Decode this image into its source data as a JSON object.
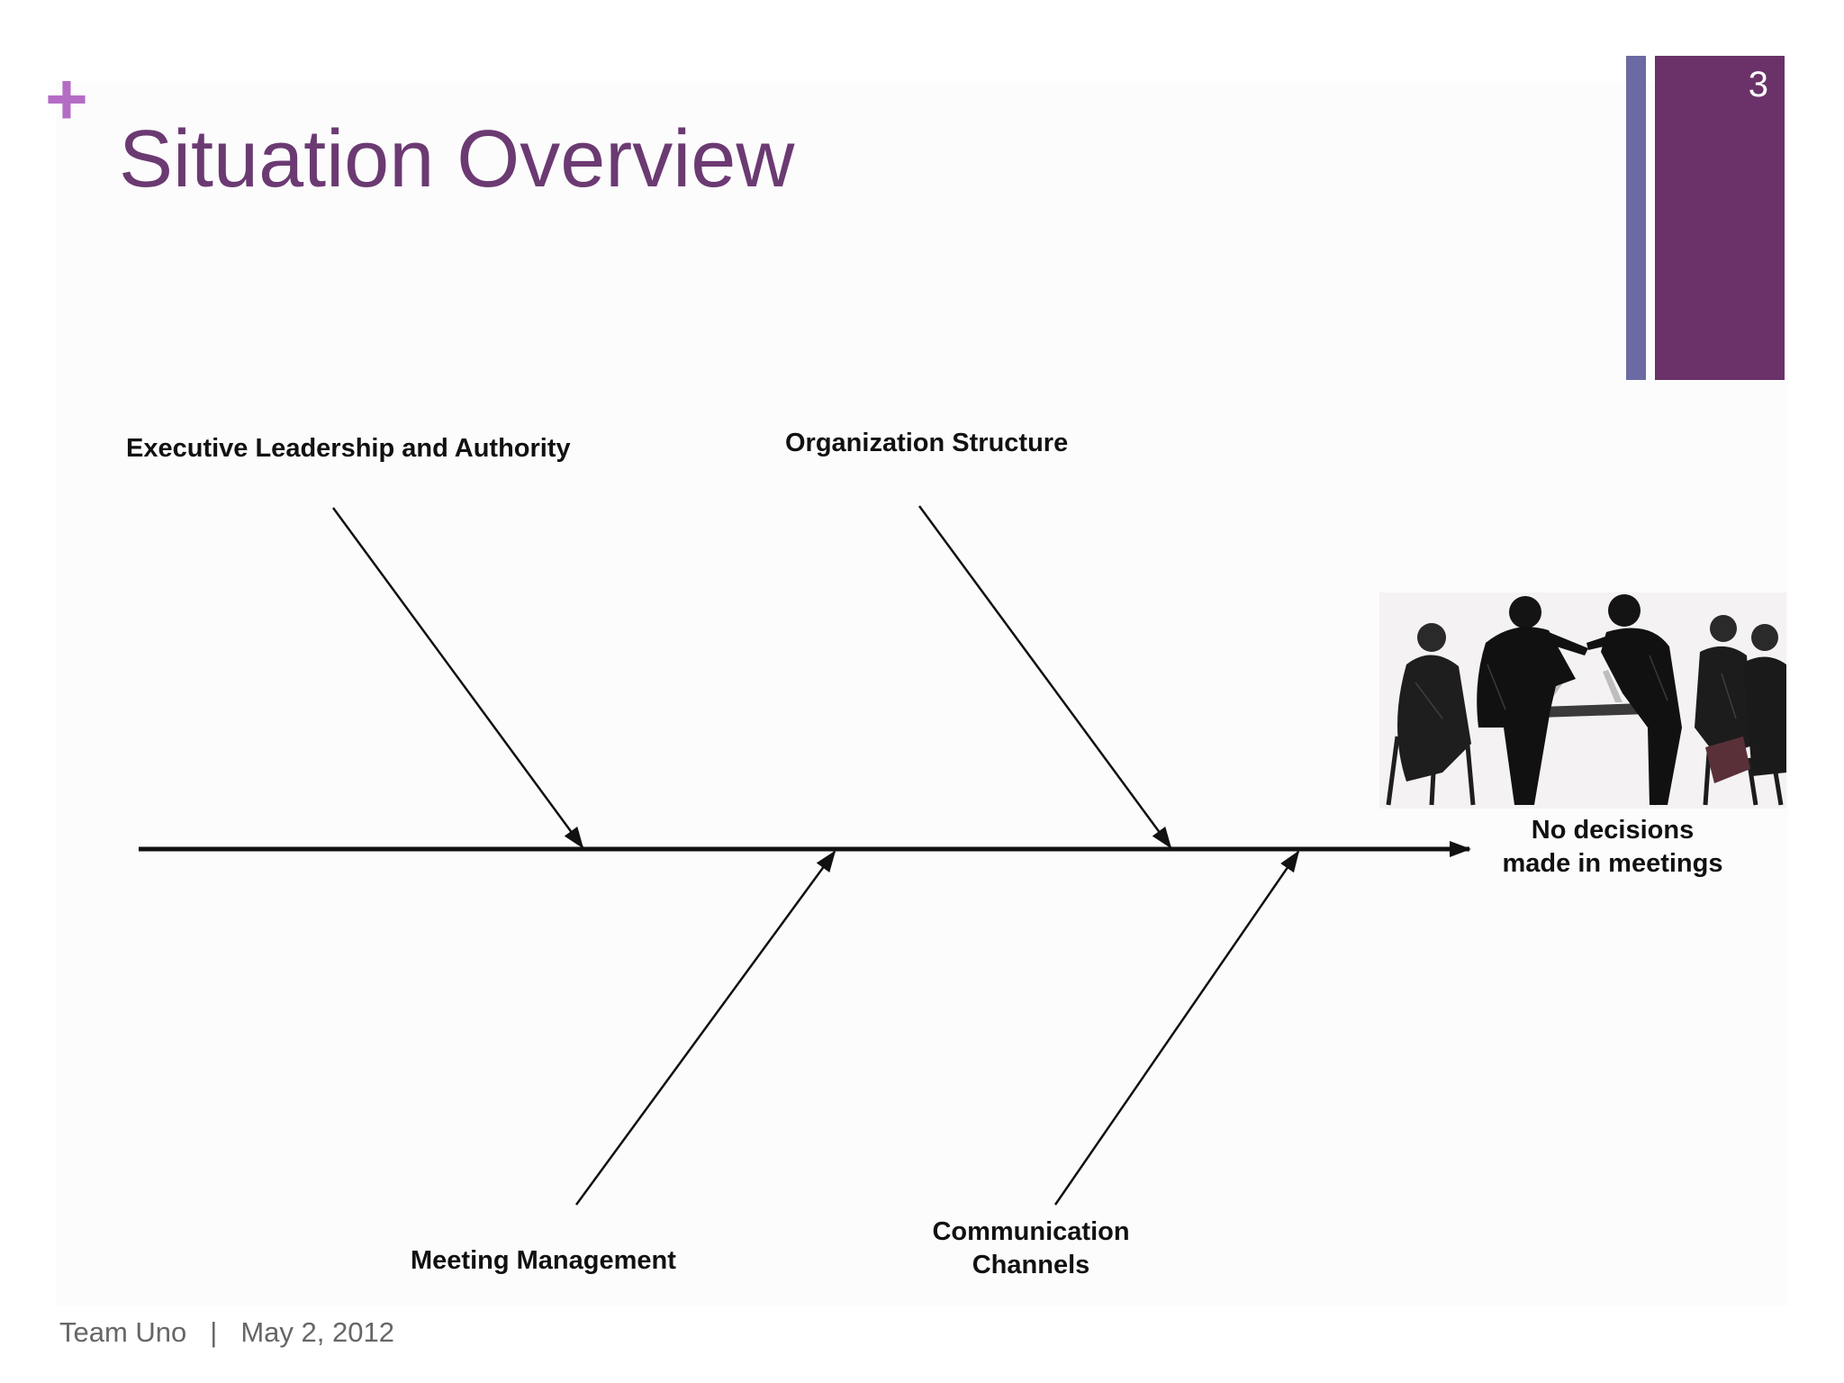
{
  "slide": {
    "title": "Situation Overview",
    "page_number": "3",
    "plus_glyph": "+"
  },
  "fishbone": {
    "effect_lines": [
      "No decisions",
      "made in meetings"
    ],
    "causes_top": [
      {
        "label": "Executive Leadership and Authority"
      },
      {
        "label": "Organization Structure"
      }
    ],
    "causes_bottom": [
      {
        "label": "Meeting Management"
      },
      {
        "lines": [
          "Communication",
          "Channels"
        ]
      }
    ],
    "image": {
      "icon": "meeting-sketch-image"
    }
  },
  "footer": {
    "team": "Team Uno",
    "separator": "|",
    "date": "May 2, 2012"
  },
  "colors": {
    "title": "#6b3a72",
    "plus": "#b46cc4",
    "accent_bar": "#6b6aa3",
    "page_panel": "#6a3268",
    "footer_text": "#666666"
  }
}
